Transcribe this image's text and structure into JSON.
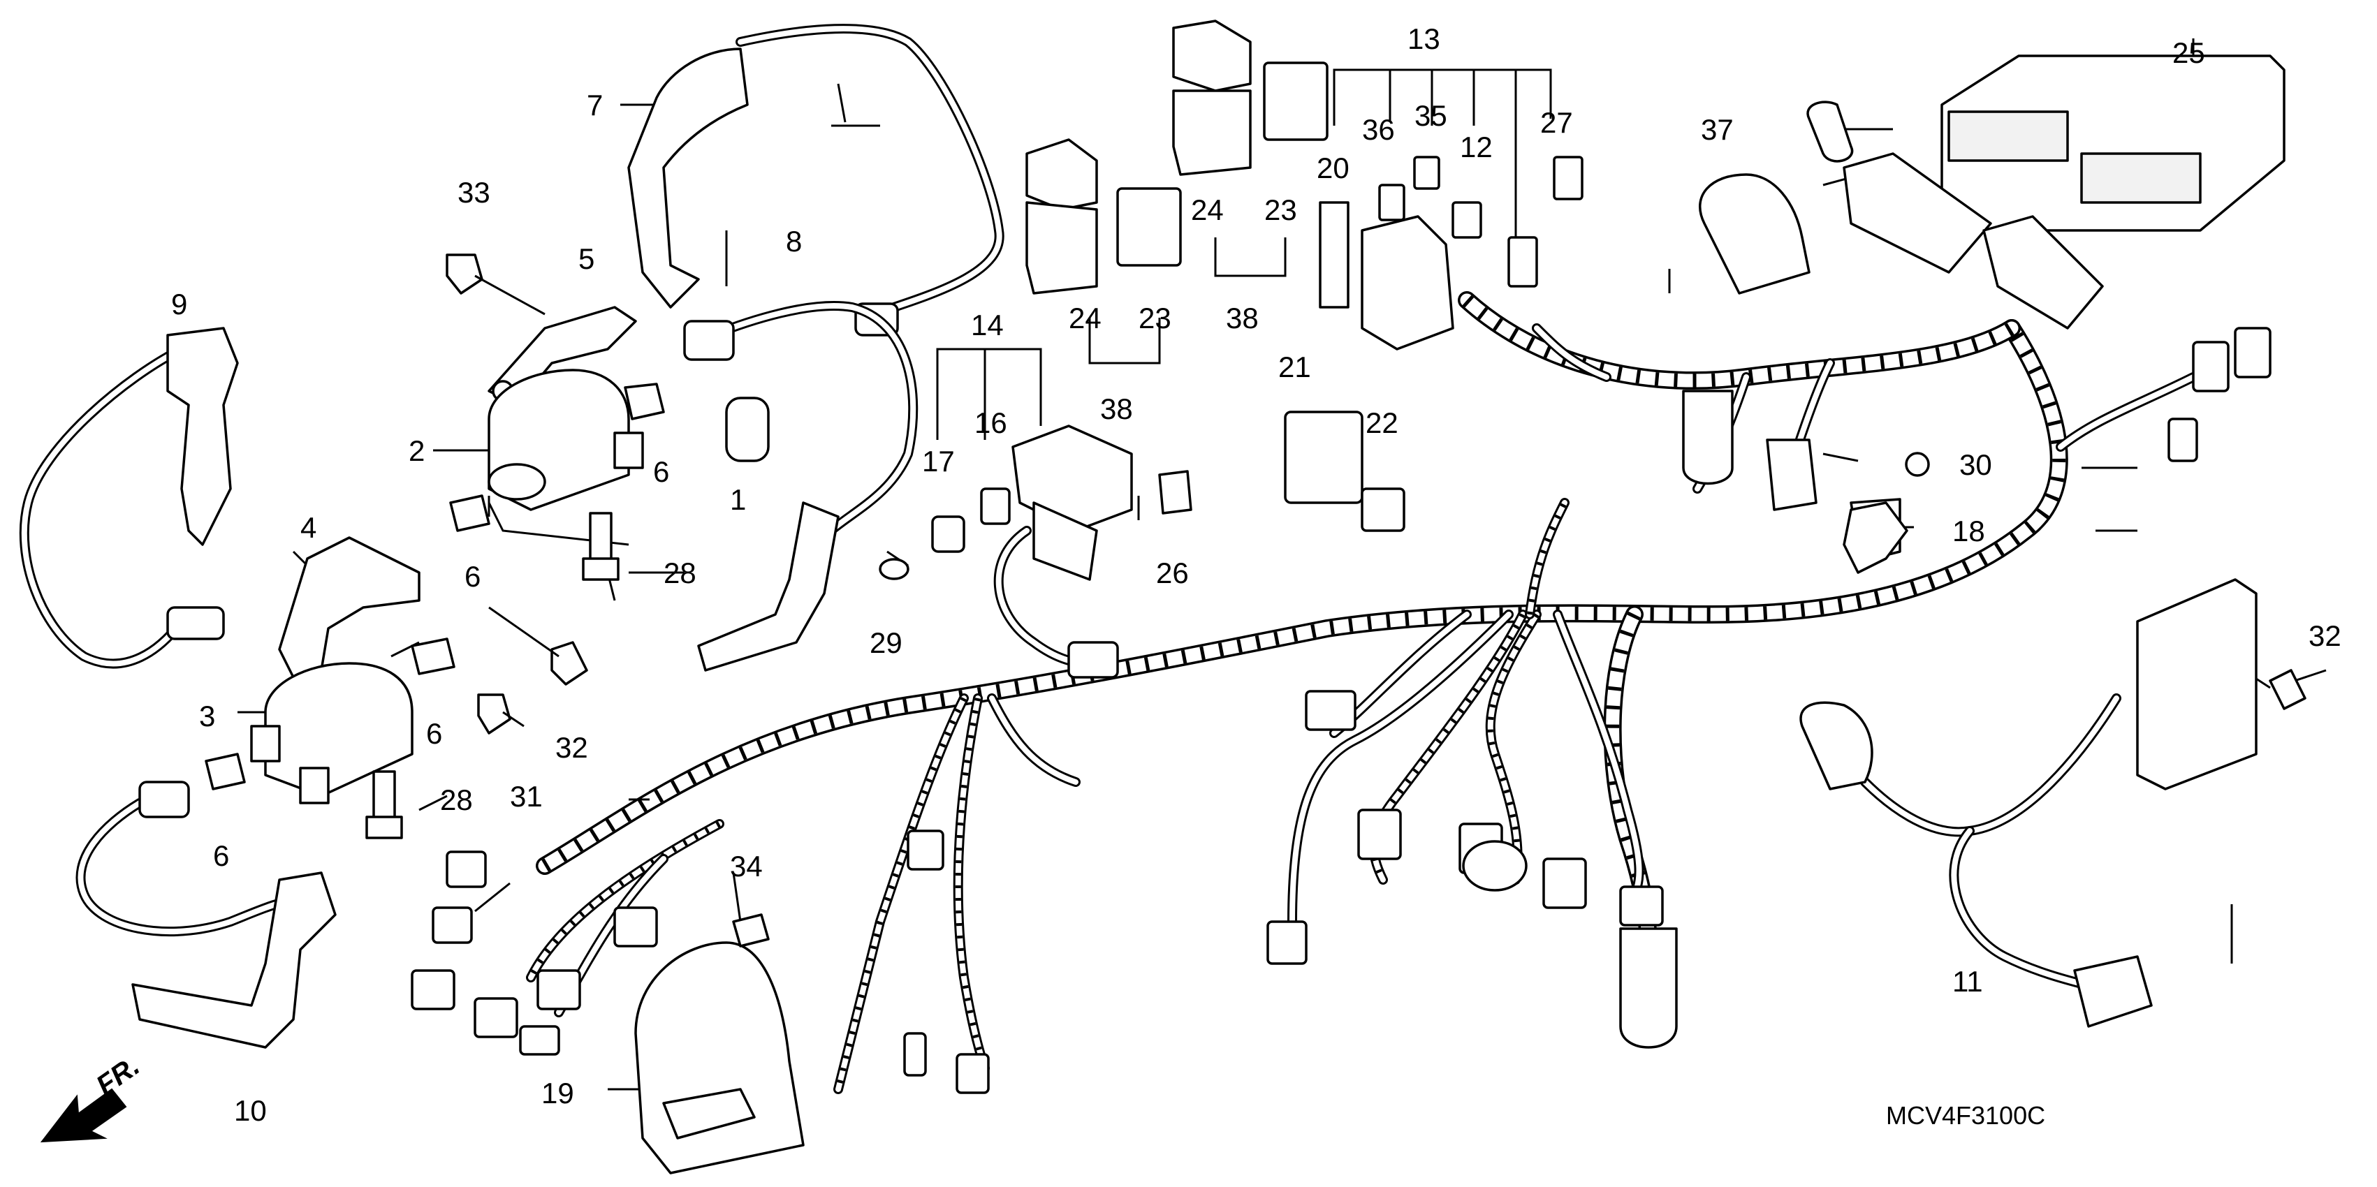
{
  "diagram": {
    "labels": {
      "p1": "1",
      "p2": "2",
      "p3": "3",
      "p4": "4",
      "p5": "5",
      "p6a": "6",
      "p6b": "6",
      "p6c": "6",
      "p6d": "6",
      "p7": "7",
      "p8": "8",
      "p9": "9",
      "p10": "10",
      "p11": "11",
      "p12": "12",
      "p13": "13",
      "p14": "14",
      "p16": "16",
      "p17": "17",
      "p18": "18",
      "p19": "19",
      "p20": "20",
      "p21": "21",
      "p22": "22",
      "p23a": "23",
      "p23b": "23",
      "p24a": "24",
      "p24b": "24",
      "p25": "25",
      "p26": "26",
      "p27": "27",
      "p28a": "28",
      "p28b": "28",
      "p29": "29",
      "p30": "30",
      "p31": "31",
      "p32a": "32",
      "p32b": "32",
      "p33": "33",
      "p34": "34",
      "p35": "35",
      "p36": "36",
      "p37": "37",
      "p38a": "38",
      "p38b": "38"
    },
    "front_marker": "FR.",
    "diagram_code": "MCV4F3100C"
  }
}
